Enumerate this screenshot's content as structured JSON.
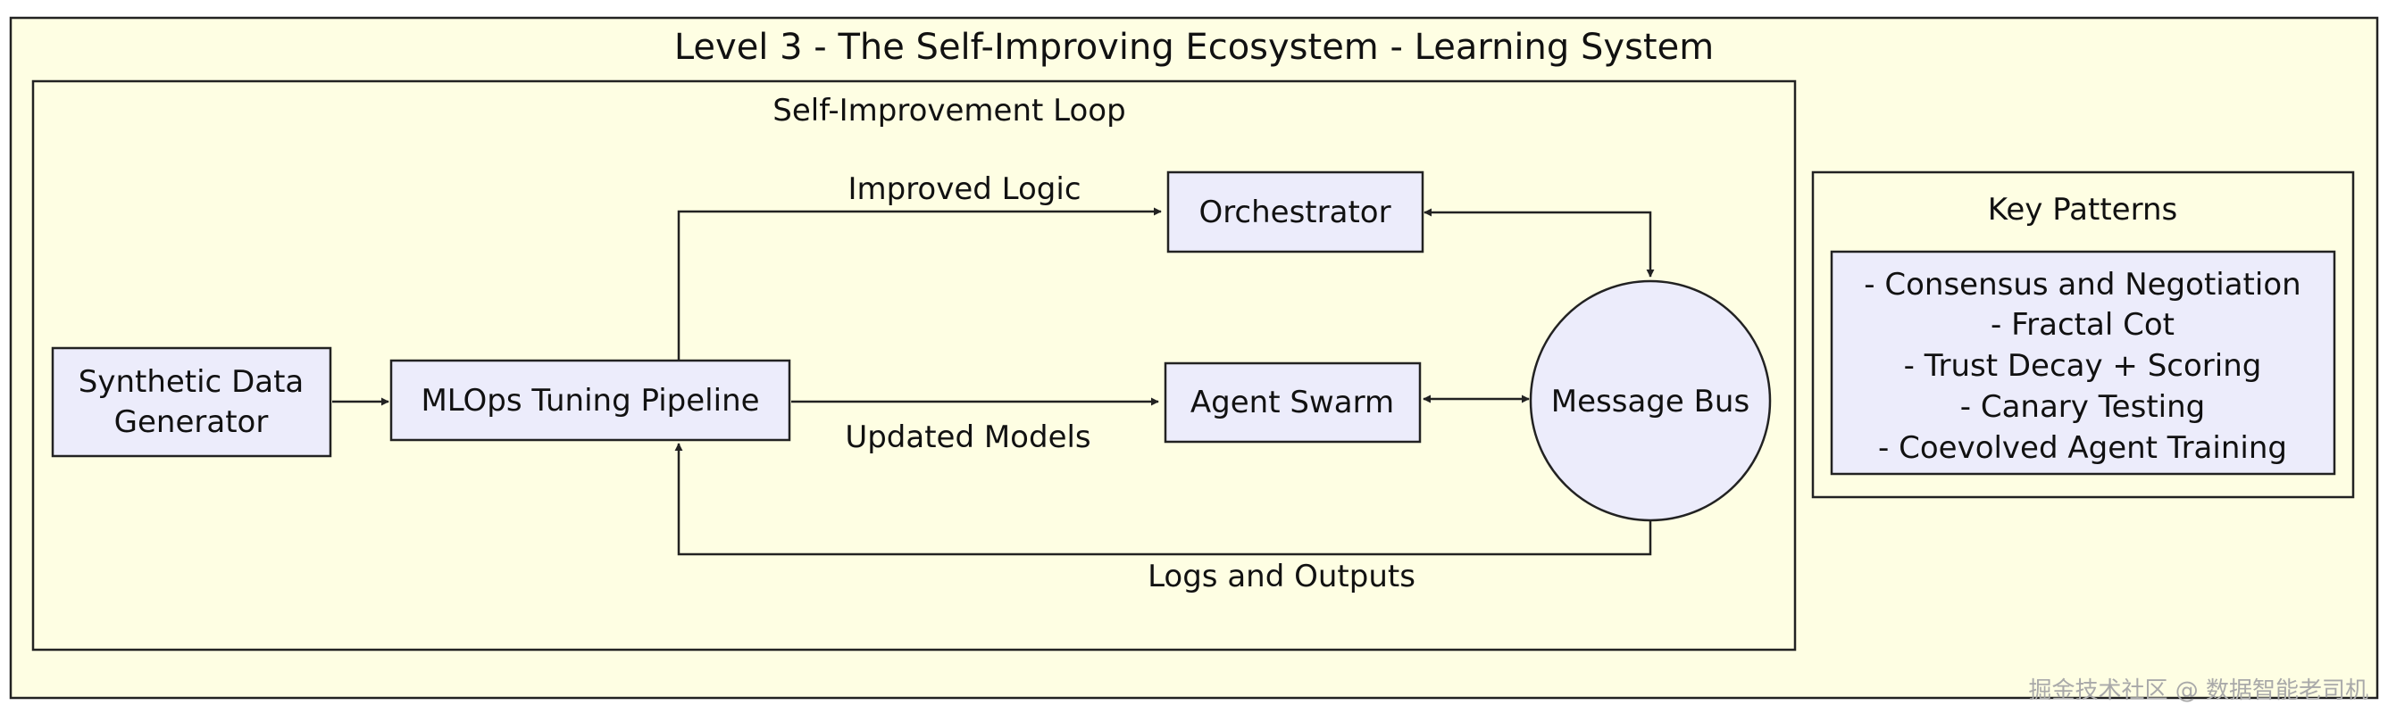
{
  "title": "Level 3 - The Self-Improving Ecosystem - Learning System",
  "loop": {
    "label": "Self-Improvement Loop",
    "nodes": {
      "synthetic_data": [
        "Synthetic Data",
        "Generator"
      ],
      "mlops": "MLOps Tuning Pipeline",
      "orchestrator": "Orchestrator",
      "agent_swarm": "Agent Swarm",
      "message_bus": "Message Bus"
    },
    "edges": {
      "improved_logic": "Improved Logic",
      "updated_models": "Updated Models",
      "logs_outputs": "Logs and Outputs"
    }
  },
  "key_patterns": {
    "title": "Key Patterns",
    "items": [
      "- Consensus and Negotiation",
      "- Fractal Cot",
      "- Trust Decay + Scoring",
      "- Canary Testing",
      "- Coevolved Agent Training"
    ]
  },
  "watermark": "掘金技术社区 @ 数据智能老司机",
  "colors": {
    "background": "#fefee3",
    "node_fill": "#ececfb",
    "stroke": "#222222",
    "text": "#111111",
    "watermark": "#a9a9a9"
  }
}
